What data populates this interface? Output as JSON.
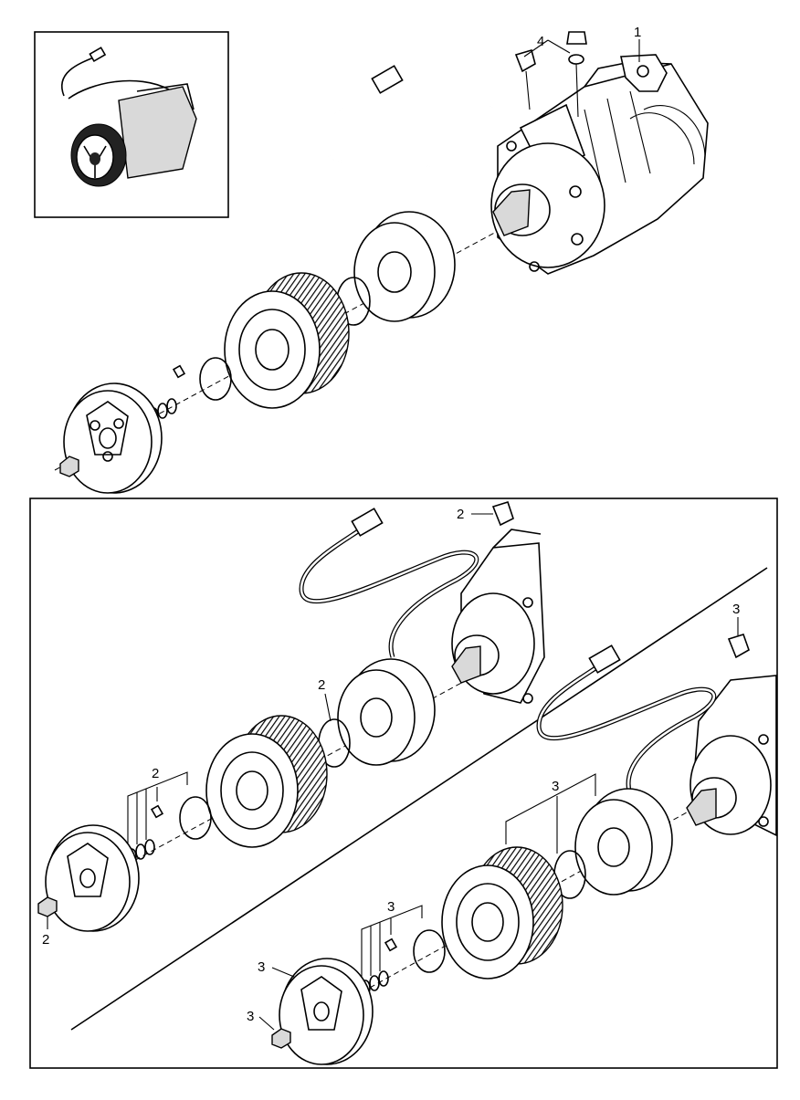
{
  "diagram": {
    "callouts": {
      "compressor_assembly": "1",
      "upper_sensor": "2",
      "upper_coil_ring": "2",
      "upper_shims": "2",
      "upper_nut": "2",
      "lower_sensor": "3",
      "lower_coil_pulley": "3",
      "lower_shims": "3",
      "lower_plate": "3",
      "lower_nut": "3",
      "valve_plug": "4"
    }
  }
}
